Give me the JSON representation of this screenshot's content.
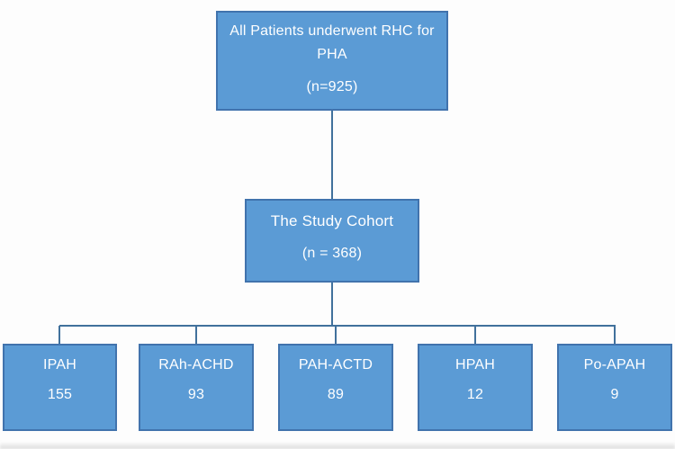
{
  "figure": {
    "type": "flowchart",
    "description": "Patient disposition flowchart for right heart catheterization study"
  },
  "colors": {
    "box_fill": "#5b9bd5",
    "box_border": "#4173ad",
    "connector": "#41719c",
    "text": "#ffffff"
  },
  "nodes": {
    "root": {
      "label": "All Patients underwent RHC for PHA",
      "count": "(n=925)"
    },
    "cohort": {
      "label": "The Study Cohort",
      "count": "(n = 368)"
    },
    "groups": [
      {
        "label": "IPAH",
        "count": "155"
      },
      {
        "label": "RAh-ACHD",
        "count": "93"
      },
      {
        "label": "PAH-ACTD",
        "count": "89"
      },
      {
        "label": "HPAH",
        "count": "12"
      },
      {
        "label": "Po-APAH",
        "count": "9"
      }
    ]
  }
}
